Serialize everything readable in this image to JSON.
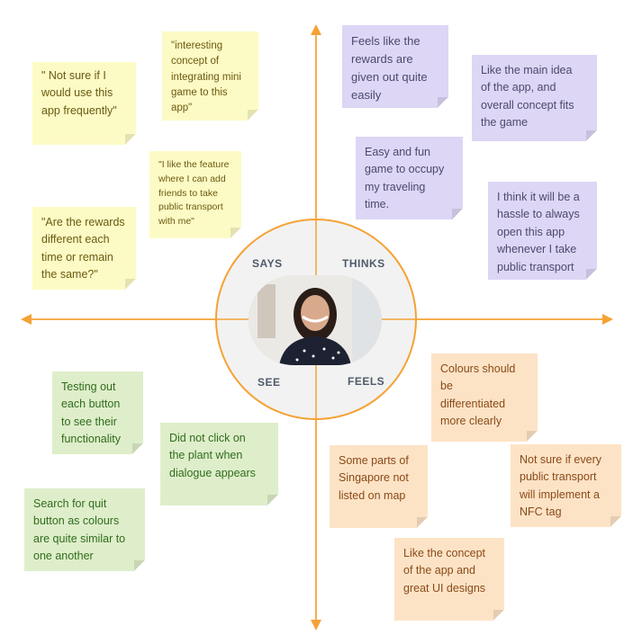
{
  "quadrants": {
    "says": "SAYS",
    "thinks": "THINKS",
    "see": "SEE",
    "feels": "FEELS"
  },
  "colors": {
    "axis": "#f5a235",
    "yellow_note": "#fdfbc5",
    "purple_note": "#ddd6f5",
    "green_note": "#dfeeca",
    "orange_note": "#fde3c6"
  },
  "says_notes": [
    "\" Not sure if I\nwould use this\napp frequently\"",
    "\"interesting\nconcept of\nintegrating mini\ngame to this\napp\"",
    "\"I like the feature\nwhere I can add\nfriends  to take\npublic transport\nwith me\"",
    "\"Are the rewards\ndifferent each\ntime or remain\nthe same?\""
  ],
  "thinks_notes": [
    "Feels like the\nrewards are\ngiven out quite\neasily",
    "Like the main idea\nof the app, and\noverall concept fits\nthe game",
    "Easy and fun\ngame to occupy\nmy traveling\ntime.",
    "I think it will be a\nhassle to always\nopen this app\nwhenever I take\npublic transport"
  ],
  "see_notes": [
    "Testing out\neach button\nto see their\nfunctionality",
    "Did not click on\nthe plant when\ndialogue appears",
    "Search for quit\nbutton as colours\nare quite similar to\none another"
  ],
  "feels_notes": [
    "Colours should\nbe\ndifferentiated\nmore clearly",
    "Some parts of\nSingapore not\nlisted on map",
    "Not sure if every\npublic transport\nwill implement a\nNFC tag",
    "Like the concept\nof the app and\ngreat UI designs"
  ]
}
